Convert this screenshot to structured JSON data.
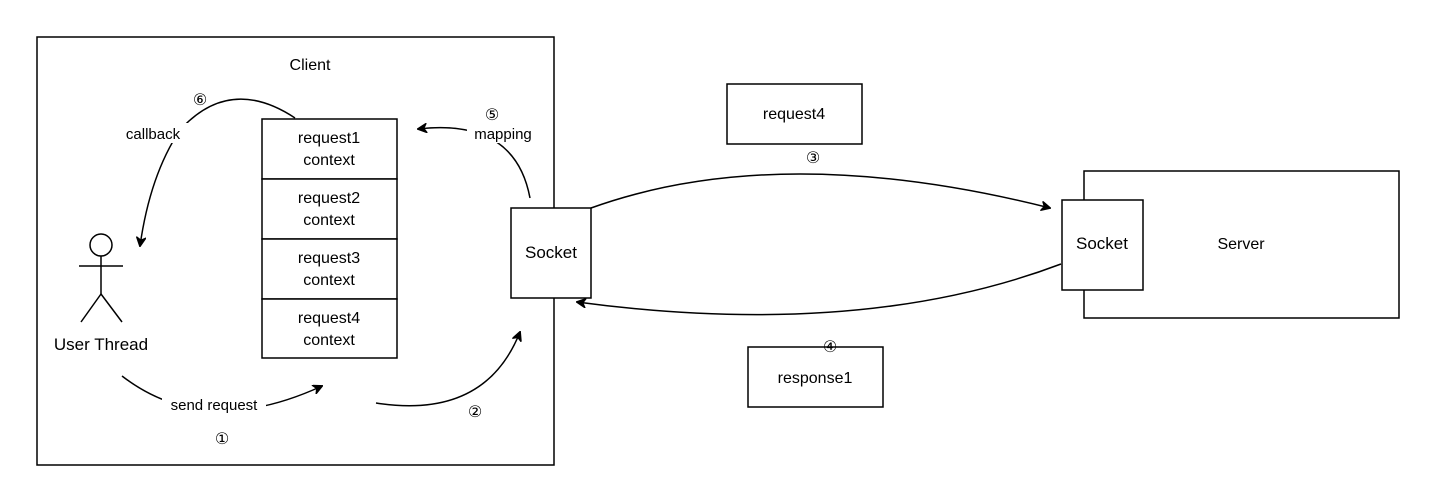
{
  "client": {
    "title": "Client"
  },
  "server": {
    "title": "Server"
  },
  "user_thread": {
    "label": "User Thread"
  },
  "context_table": {
    "rows": [
      {
        "line1": "request1",
        "line2": "context"
      },
      {
        "line1": "request2",
        "line2": "context"
      },
      {
        "line1": "request3",
        "line2": "context"
      },
      {
        "line1": "request4",
        "line2": "context"
      }
    ]
  },
  "client_socket": {
    "label": "Socket"
  },
  "server_socket": {
    "label": "Socket"
  },
  "messages": {
    "request4": "request4",
    "response1": "response1"
  },
  "edge_labels": {
    "callback": "callback",
    "mapping": "mapping",
    "send_request": "send request"
  },
  "steps": {
    "s1": "①",
    "s2": "②",
    "s3": "③",
    "s4": "④",
    "s5": "⑤",
    "s6": "⑥"
  }
}
